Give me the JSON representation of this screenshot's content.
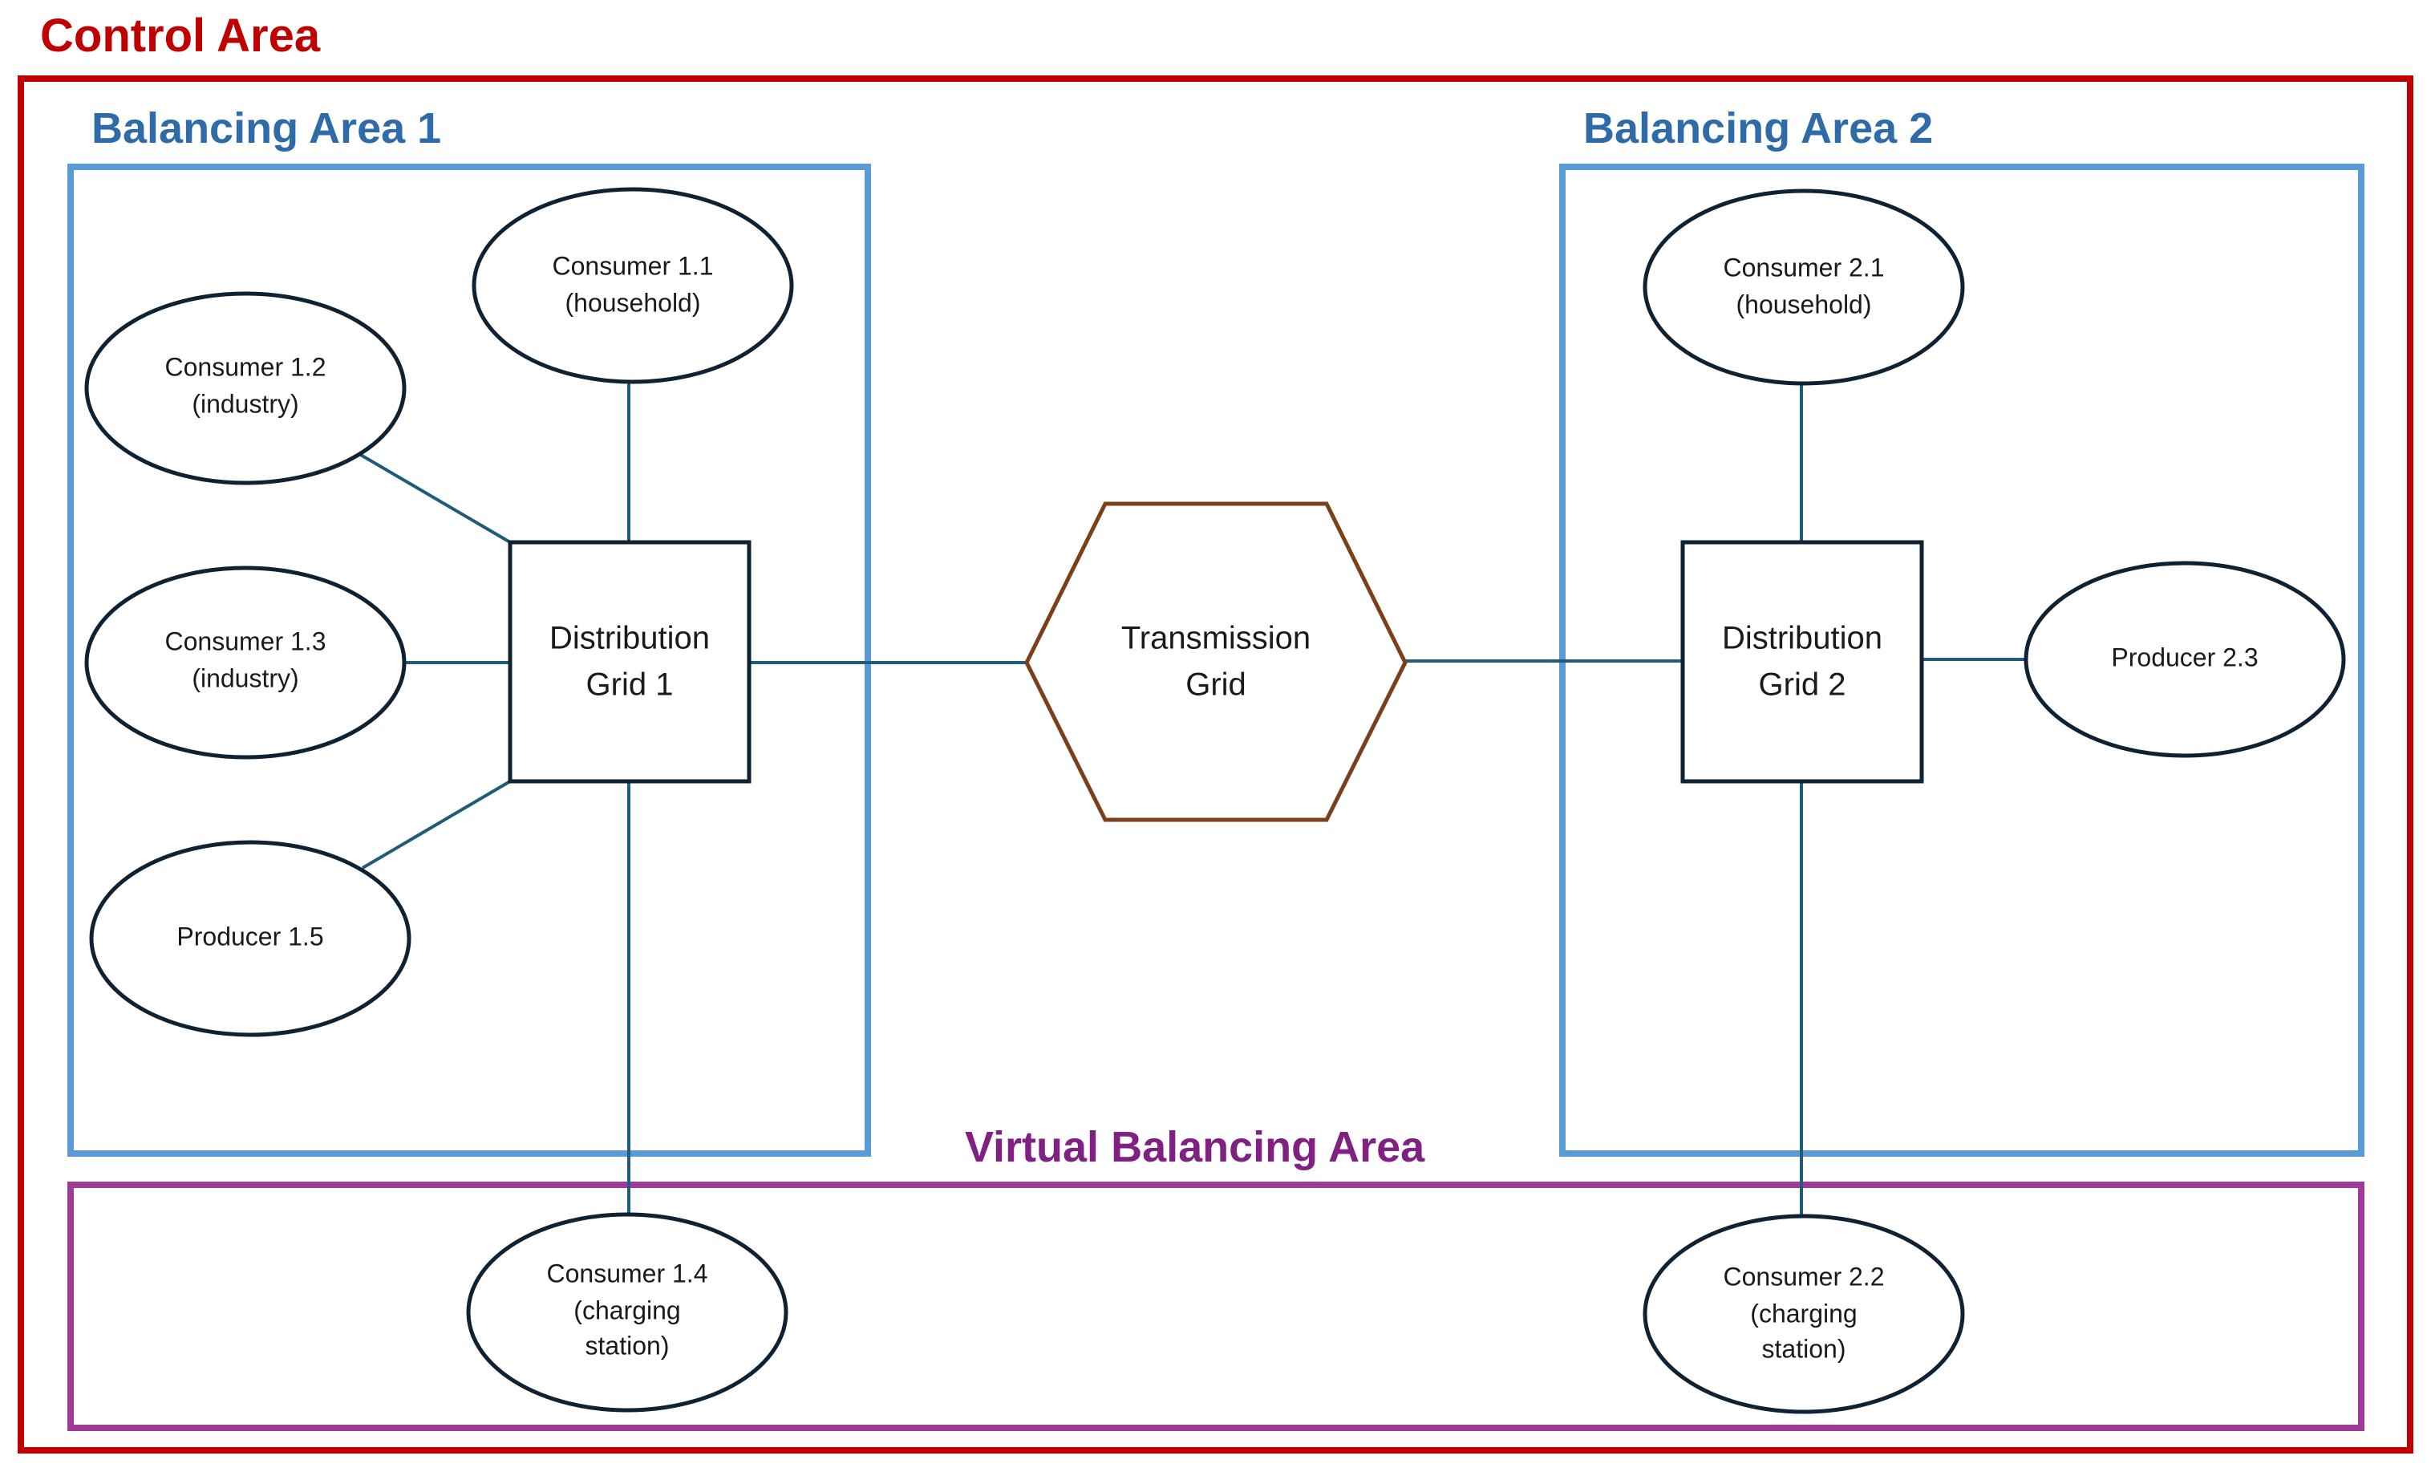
{
  "control_area": {
    "title": "Control Area",
    "color": "#C00000"
  },
  "balancing_area_1": {
    "title": "Balancing Area 1",
    "color": "#2E6BA8",
    "border_color": "#5B9BD5"
  },
  "balancing_area_2": {
    "title": "Balancing Area 2",
    "color": "#2E6BA8",
    "border_color": "#5B9BD5"
  },
  "virtual_balancing_area": {
    "title": "Virtual Balancing Area",
    "color": "#7F2082",
    "border_color": "#9E3A97"
  },
  "transmission_grid": {
    "line1": "Transmission",
    "line2": "Grid",
    "color": "#7B3F1A"
  },
  "distribution_grid_1": {
    "line1": "Distribution",
    "line2": "Grid 1"
  },
  "distribution_grid_2": {
    "line1": "Distribution",
    "line2": "Grid 2"
  },
  "consumer_1_1": {
    "line1": "Consumer 1.1",
    "line2": "(household)"
  },
  "consumer_1_2": {
    "line1": "Consumer 1.2",
    "line2": "(industry)"
  },
  "consumer_1_3": {
    "line1": "Consumer 1.3",
    "line2": "(industry)"
  },
  "producer_1_5": {
    "line1": "Producer 1.5"
  },
  "consumer_1_4": {
    "line1": "Consumer 1.4",
    "line2": "(charging",
    "line3": "station)"
  },
  "consumer_2_1": {
    "line1": "Consumer 2.1",
    "line2": "(household)"
  },
  "producer_2_3": {
    "line1": "Producer 2.3"
  },
  "consumer_2_2": {
    "line1": "Consumer 2.2",
    "line2": "(charging",
    "line3": "station)"
  },
  "connector_color": "#1F5C7A",
  "node_border_color": "#0E2233"
}
